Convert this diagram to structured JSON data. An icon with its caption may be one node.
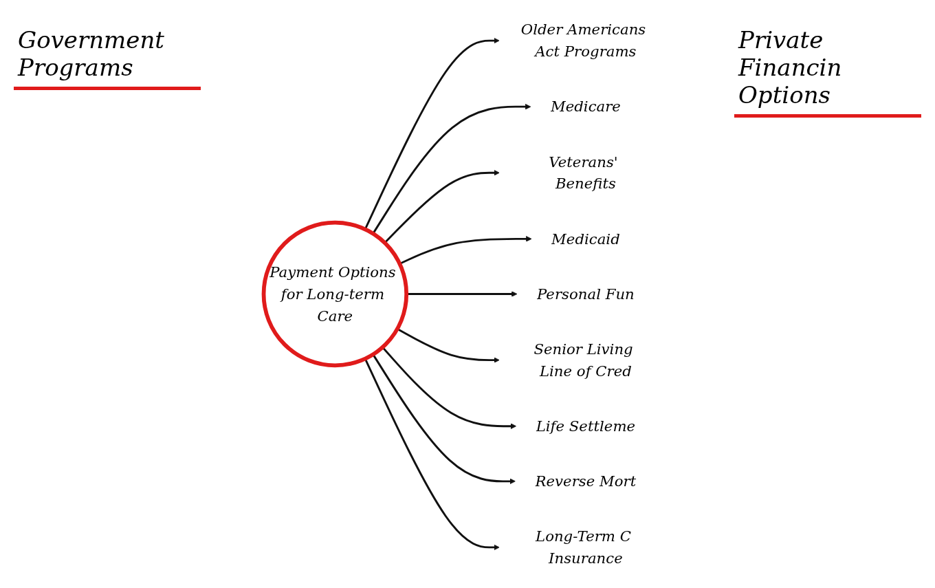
{
  "diagram": {
    "nodes": [
      {
        "text": [
          "Payment Options for Long-term Care"
        ]
      },
      {
        "text": [
          "Older Americans Act Programs"
        ]
      },
      {
        "text": [
          "Medicare"
        ]
      },
      {
        "text": [
          "Veterans' Benefits"
        ]
      },
      {
        "text": [
          "Medicaid"
        ]
      },
      {
        "text": [
          "Personal Fun"
        ]
      },
      {
        "text": [
          "Senior Living Line of Cred"
        ]
      },
      {
        "text": [
          "Life Settleme"
        ]
      },
      {
        "text": [
          "Reverse Mort"
        ]
      },
      {
        "text": [
          "Long-Term C Insurance"
        ]
      }
    ],
    "edges": [
      {
        "from": 0,
        "to": 1,
        "arrow": "to"
      },
      {
        "from": 0,
        "to": 2,
        "arrow": "to"
      },
      {
        "from": 0,
        "to": 3,
        "arrow": "to"
      },
      {
        "from": 0,
        "to": 4,
        "arrow": "to"
      },
      {
        "from": 0,
        "to": 5,
        "arrow": "to"
      },
      {
        "from": 0,
        "to": 6,
        "arrow": "to"
      },
      {
        "from": 0,
        "to": 7,
        "arrow": "to"
      },
      {
        "from": 0,
        "to": 8,
        "arrow": "to"
      },
      {
        "from": 0,
        "to": 9,
        "arrow": "to"
      }
    ],
    "labels": [
      "Government Programs",
      "Private Financin Options"
    ]
  }
}
